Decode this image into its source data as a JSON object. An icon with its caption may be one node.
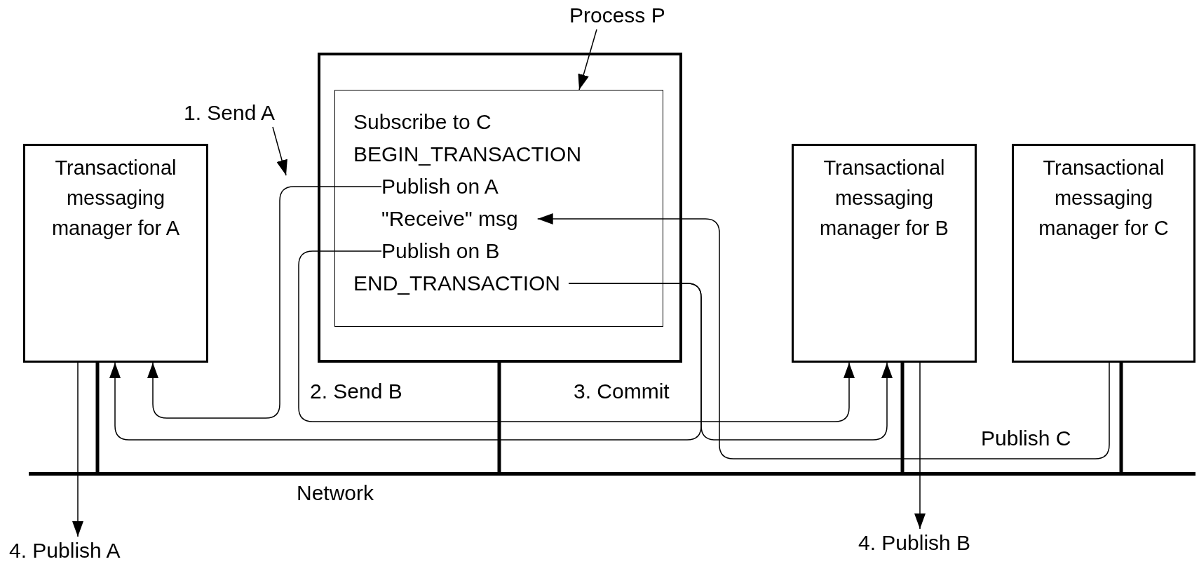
{
  "diagram": {
    "nodes": [
      {
        "text": [
          "Transactional messaging manager for A"
        ]
      },
      {
        "text": [
          "Process P"
        ]
      },
      {
        "text": [],
        "shape": "box"
      },
      {
        "text": [],
        "shape": "box",
        "in": 2
      },
      {
        "text": [
          "Subscribe to C"
        ],
        "in": 3
      },
      {
        "text": [
          "BEGIN_TRANSACTION"
        ],
        "in": 3
      },
      {
        "text": [
          "Publish on A"
        ],
        "in": 3
      },
      {
        "text": [
          "\"Receive\" msg"
        ],
        "in": 3
      },
      {
        "text": [
          "Publish on B"
        ],
        "in": 3
      },
      {
        "text": [
          "END_TRANSACTION"
        ],
        "in": 3
      },
      {
        "text": [
          "Transactional messaging manager for B"
        ]
      },
      {
        "text": [
          "Transactional messaging manager for C"
        ]
      },
      {
        "text": [
          "1. Send A"
        ]
      },
      {
        "text": [
          "4. Publish A"
        ]
      },
      {
        "text": [
          "4. Publish B"
        ]
      },
      {
        "text": [],
        "shape": "bar",
        "beside": [
          "Network"
        ]
      }
    ],
    "edges": [
      {
        "from": 6,
        "to": 0,
        "arrow": "to"
      },
      {
        "from": 8,
        "to": 10,
        "arrow": "to"
      },
      {
        "from": 9,
        "to": 0,
        "arrow": "to"
      },
      {
        "from": 9,
        "to": 10,
        "arrow": "to"
      },
      {
        "from": 11,
        "to": 7,
        "arrow": "to"
      },
      {
        "from": 1,
        "to": 3,
        "arrow": "to"
      },
      {
        "from": 12,
        "to": null,
        "arrow": "to"
      },
      {
        "from": 0,
        "to": 13,
        "arrow": "to"
      },
      {
        "from": 10,
        "to": 14,
        "arrow": "to"
      },
      {
        "from": 0,
        "to": 15,
        "arrow": "none",
        "style": "thick"
      },
      {
        "from": 2,
        "to": 15,
        "arrow": "none",
        "style": "thick"
      },
      {
        "from": 10,
        "to": 15,
        "arrow": "none",
        "style": "thick"
      },
      {
        "from": 11,
        "to": 15,
        "arrow": "none",
        "style": "thick"
      }
    ],
    "labels": [
      "2. Send B",
      "3. Commit",
      "Publish C"
    ]
  }
}
